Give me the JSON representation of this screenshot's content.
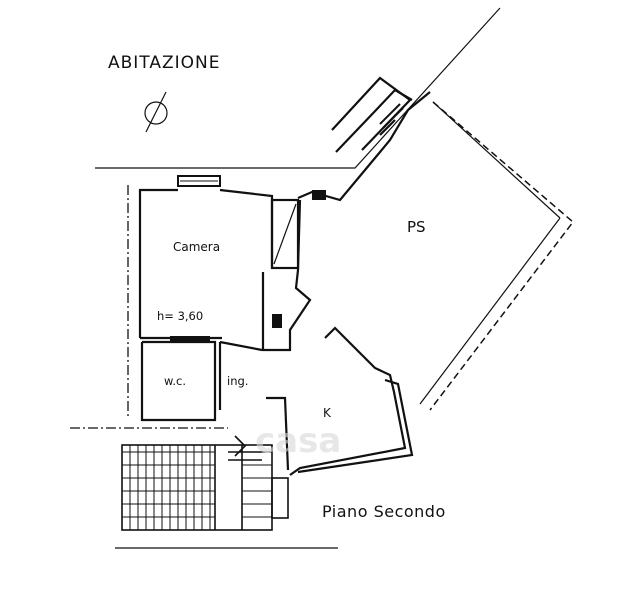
{
  "title": "ABITAZIONE",
  "floor_label": "Piano Secondo",
  "watermark": "casa",
  "rooms": {
    "camera": "Camera",
    "height": "h= 3,60",
    "wc": "w.c.",
    "ingresso": "ing.",
    "ps": "PS",
    "kitchen": "K"
  }
}
